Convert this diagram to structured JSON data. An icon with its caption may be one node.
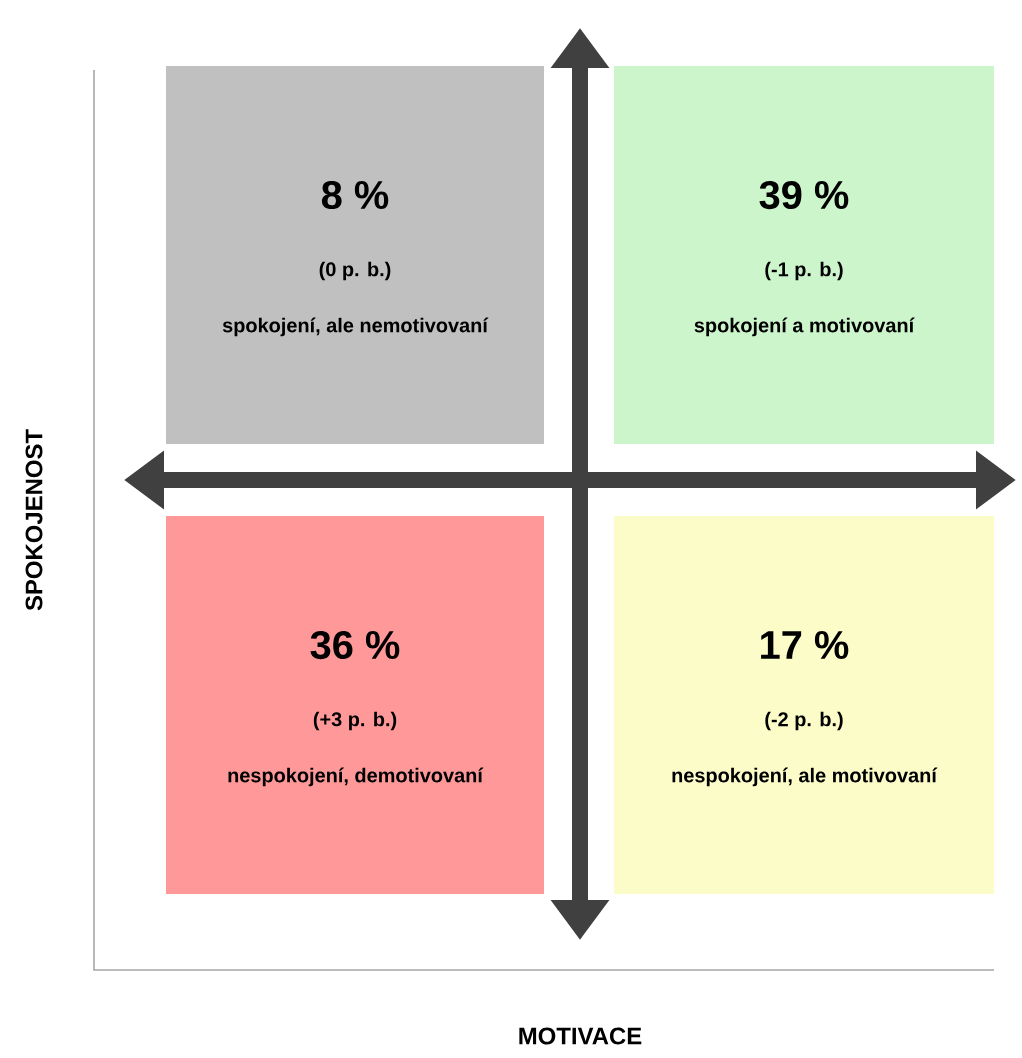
{
  "diagram": {
    "nodes": [
      {
        "text": [
          "8 %",
          "(0 p. b.)",
          "spokojení, ale nemotivovaní"
        ]
      },
      {
        "text": [
          "39 %",
          "(-1 p. b.)",
          "spokojení a motivovaní"
        ]
      },
      {
        "text": [
          "36 %",
          "(+3 p. b.)",
          "nespokojení, demotivovaní"
        ]
      },
      {
        "text": [
          "17 %",
          "(-2 p. b.)",
          "nespokojení, ale motivovaní"
        ]
      }
    ],
    "labels": [
      "SPOKOJENOST",
      "MOTIVACE"
    ]
  }
}
